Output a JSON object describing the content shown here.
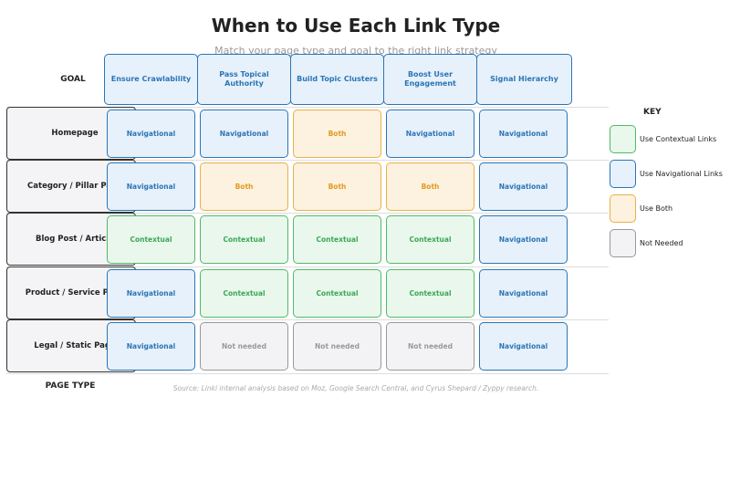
{
  "title": "When to Use Each Link Type",
  "subtitle": "Match your page type and goal to the right link strategy",
  "goal_label": "GOAL",
  "page_type_label": "PAGE TYPE",
  "goals": [
    "Ensure Crawlability",
    "Pass Topical Authority",
    "Build Topic Clusters",
    "Boost User Engagement",
    "Signal Hierarchy"
  ],
  "rows": [
    {
      "label": "Homepage",
      "cells": [
        "Navigational",
        "Navigational",
        "Both",
        "Navigational",
        "Navigational"
      ]
    },
    {
      "label": "Category / Pillar Page",
      "cells": [
        "Navigational",
        "Both",
        "Both",
        "Both",
        "Navigational"
      ]
    },
    {
      "label": "Blog Post / Article",
      "cells": [
        "Contextual",
        "Contextual",
        "Contextual",
        "Contextual",
        "Navigational"
      ]
    },
    {
      "label": "Product / Service Page",
      "cells": [
        "Navigational",
        "Contextual",
        "Contextual",
        "Contextual",
        "Navigational"
      ]
    },
    {
      "label": "Legal / Static Page",
      "cells": [
        "Navigational",
        "Not needed",
        "Not needed",
        "Not needed",
        "Navigational"
      ]
    }
  ],
  "key": {
    "title": "KEY",
    "items": [
      {
        "label": "Use Contextual Links",
        "type": "Contextual"
      },
      {
        "label": "Use Navigational Links",
        "type": "Navigational"
      },
      {
        "label": "Use Both",
        "type": "Both"
      },
      {
        "label": "Not Needed",
        "type": "Not needed"
      }
    ]
  },
  "colors": {
    "navigational": "#2b75b5",
    "contextual": "#4fbb67",
    "both": "#e6b14a",
    "not_needed": "#999999"
  },
  "source": "Source: Linki internal analysis based on Moz, Google Search Central, and Cyrus Shepard / Zyppy research."
}
